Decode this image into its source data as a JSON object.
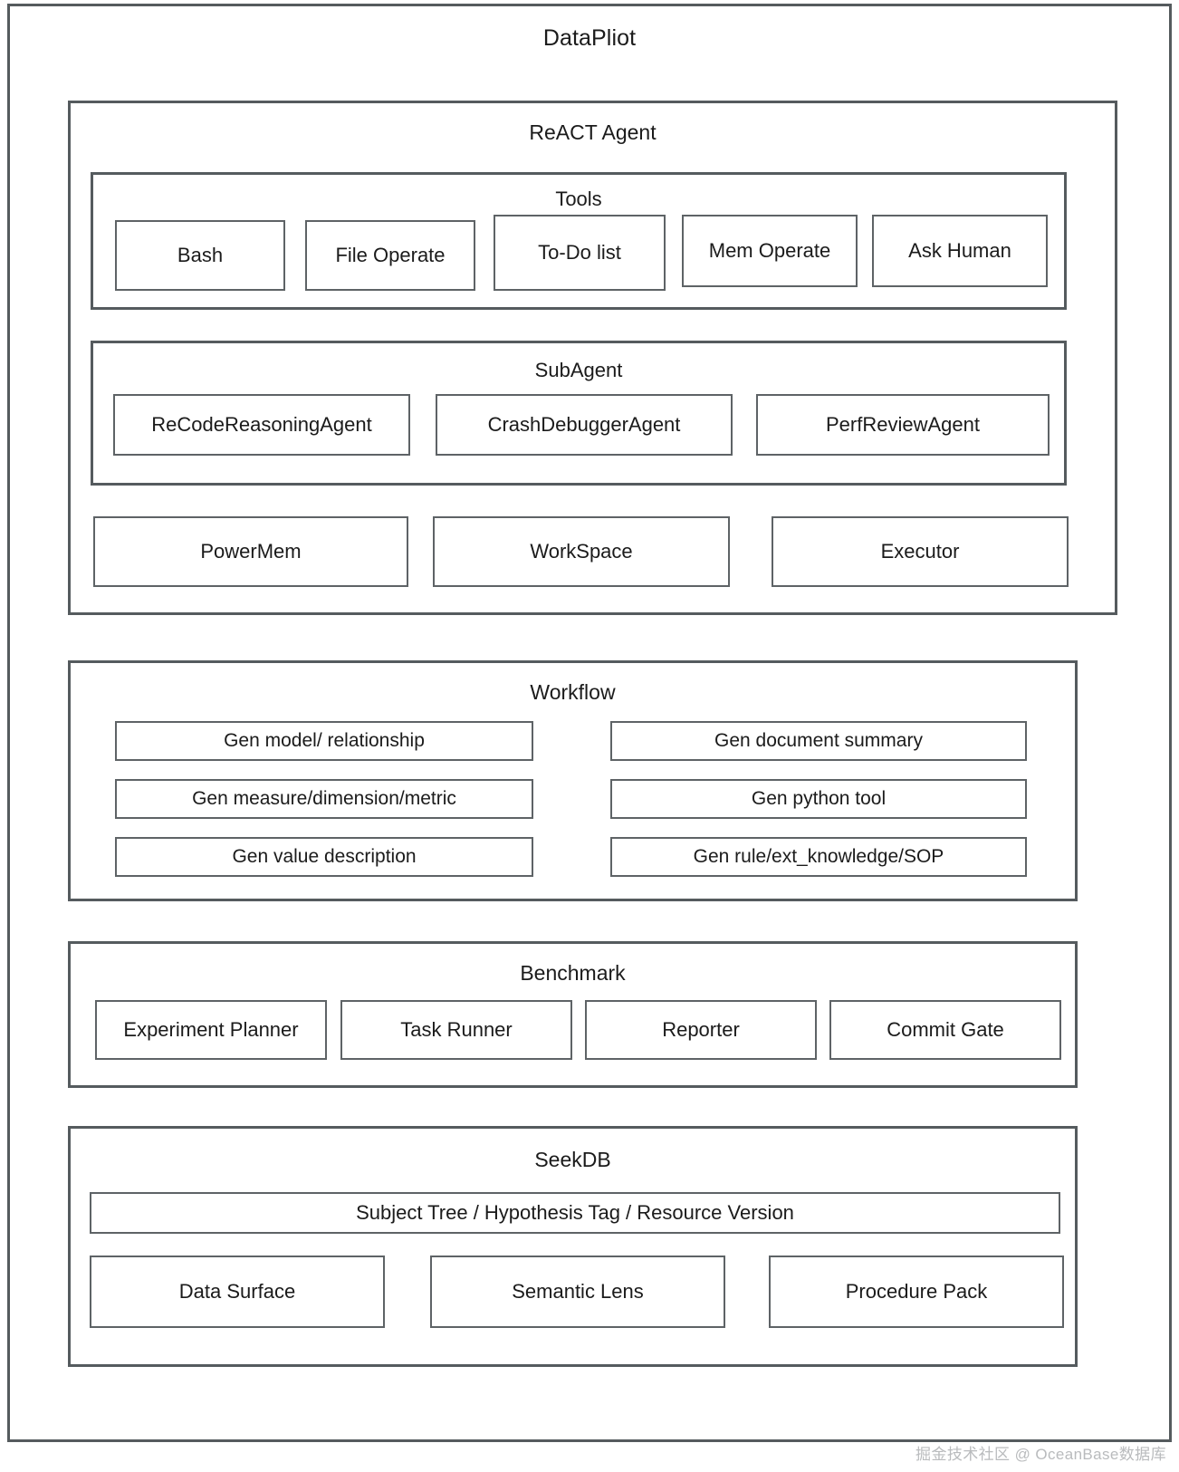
{
  "root": {
    "title": "DataPliot"
  },
  "react_agent": {
    "title": "ReACT Agent",
    "tools": {
      "title": "Tools",
      "items": [
        {
          "label": "Bash"
        },
        {
          "label": "File Operate"
        },
        {
          "label": "To-Do list"
        },
        {
          "label": "Mem Operate"
        },
        {
          "label": "Ask Human"
        }
      ]
    },
    "subagent": {
      "title": "SubAgent",
      "items": [
        {
          "label": "ReCodeReasoningAgent"
        },
        {
          "label": "CrashDebuggerAgent"
        },
        {
          "label": "PerfReviewAgent"
        }
      ]
    },
    "runtime": [
      {
        "label": "PowerMem"
      },
      {
        "label": "WorkSpace"
      },
      {
        "label": "Executor"
      }
    ]
  },
  "workflow": {
    "title": "Workflow",
    "left_column": [
      {
        "label": "Gen model/ relationship"
      },
      {
        "label": "Gen measure/dimension/metric"
      },
      {
        "label": "Gen value description"
      }
    ],
    "right_column": [
      {
        "label": "Gen document summary"
      },
      {
        "label": "Gen python tool"
      },
      {
        "label": "Gen rule/ext_knowledge/SOP"
      }
    ]
  },
  "benchmark": {
    "title": "Benchmark",
    "items": [
      {
        "label": "Experiment Planner"
      },
      {
        "label": "Task Runner"
      },
      {
        "label": "Reporter"
      },
      {
        "label": "Commit Gate"
      }
    ]
  },
  "seekdb": {
    "title": "SeekDB",
    "banner": {
      "label": "Subject Tree / Hypothesis Tag / Resource Version"
    },
    "items": [
      {
        "label": "Data Surface"
      },
      {
        "label": "Semantic Lens"
      },
      {
        "label": "Procedure Pack"
      }
    ]
  },
  "watermark": {
    "text": "掘金技术社区 @ OceanBase数据库"
  },
  "colors": {
    "frame": "#555b5e",
    "node_border": "#5e6366",
    "text": "#1b1b1b",
    "background": "#ffffff",
    "watermark": "#b9bbbd"
  }
}
